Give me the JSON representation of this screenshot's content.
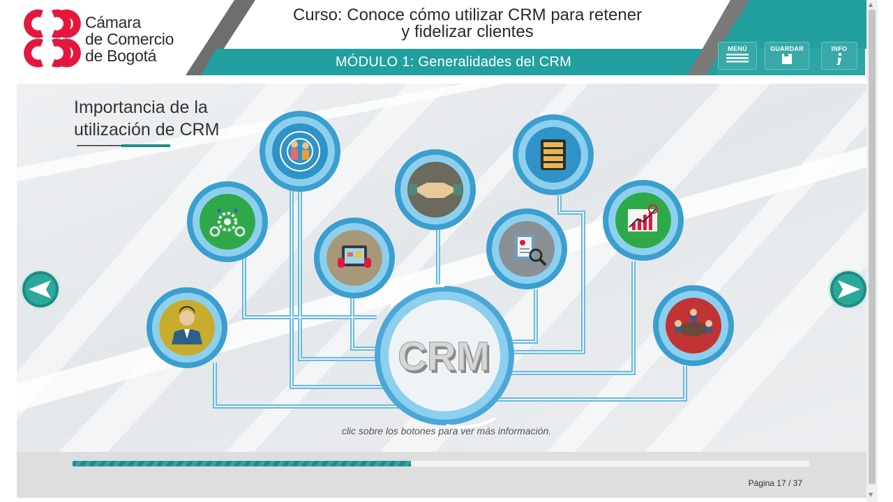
{
  "brand": {
    "logo_lines": [
      "Cámara",
      "de Comercio",
      "de Bogotá"
    ],
    "primary_color": "#e3173e",
    "accent_color": "#2aa3a3"
  },
  "header": {
    "course_title_line1": "Curso: Conoce cómo utilizar CRM para retener",
    "course_title_line2": "y fidelizar clientes",
    "module_title": "MÓDULO 1: Generalidades del CRM",
    "buttons": {
      "menu": "MENÚ",
      "save": "GUARDAR",
      "info": "INFO"
    }
  },
  "slide": {
    "title_line1": "Importancia de la",
    "title_line2": "utilización de CRM",
    "center_label": "CRM",
    "instruction": "clic sobre los botones para ver más información.",
    "nodes": [
      {
        "id": "team-target",
        "icon": "team-target-icon"
      },
      {
        "id": "handshake",
        "icon": "handshake-icon"
      },
      {
        "id": "database",
        "icon": "database-server-icon"
      },
      {
        "id": "gears",
        "icon": "gears-network-icon"
      },
      {
        "id": "tablet",
        "icon": "tablet-hands-icon"
      },
      {
        "id": "document-search",
        "icon": "document-search-icon"
      },
      {
        "id": "growth-chart",
        "icon": "growth-chart-icon"
      },
      {
        "id": "customer",
        "icon": "customer-avatar-icon"
      },
      {
        "id": "meeting",
        "icon": "meeting-table-icon"
      }
    ]
  },
  "navigation": {
    "prev_icon": "arrow-left-icon",
    "next_icon": "arrow-right-icon"
  },
  "footer": {
    "progress_fraction": 0.459,
    "page_label": "Página 17 / 37"
  }
}
